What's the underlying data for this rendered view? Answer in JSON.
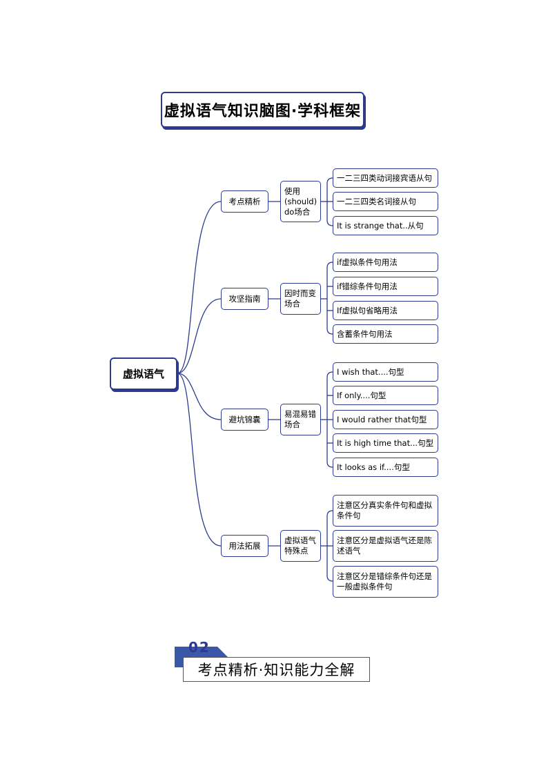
{
  "title": "虚拟语气知识脑图·学科框架",
  "root": "虚拟语气",
  "branches": [
    {
      "label": "考点精析",
      "sub": "使用(should) do场合",
      "leaves": [
        "一二三四类动词接宾语从句",
        "一二三四类名词接从句",
        "It is strange that..从句"
      ]
    },
    {
      "label": "攻坚指南",
      "sub": "因时而变场合",
      "leaves": [
        " if虚拟条件句用法",
        "if错综条件句用法",
        "If虚拟句省略用法",
        "含蓄条件句用法"
      ]
    },
    {
      "label": "避坑锦囊",
      "sub": "易混易错场合",
      "leaves": [
        "I wish that....句型",
        "If only....句型",
        "I would rather that句型",
        "It is high time that...句型",
        "It looks as if....句型"
      ]
    },
    {
      "label": "用法拓展",
      "sub": "虚拟语气特殊点",
      "leaves": [
        "注意区分真实条件句和虚拟条件句",
        "注意区分是虚拟语气还是陈述语气",
        "注意区分是错综条件句还是一般虚拟条件句"
      ]
    }
  ],
  "section": {
    "number": "02",
    "title": "考点精析·知识能力全解"
  },
  "colors": {
    "accent": "#2b3a8f",
    "banner": "#3b57a8"
  }
}
